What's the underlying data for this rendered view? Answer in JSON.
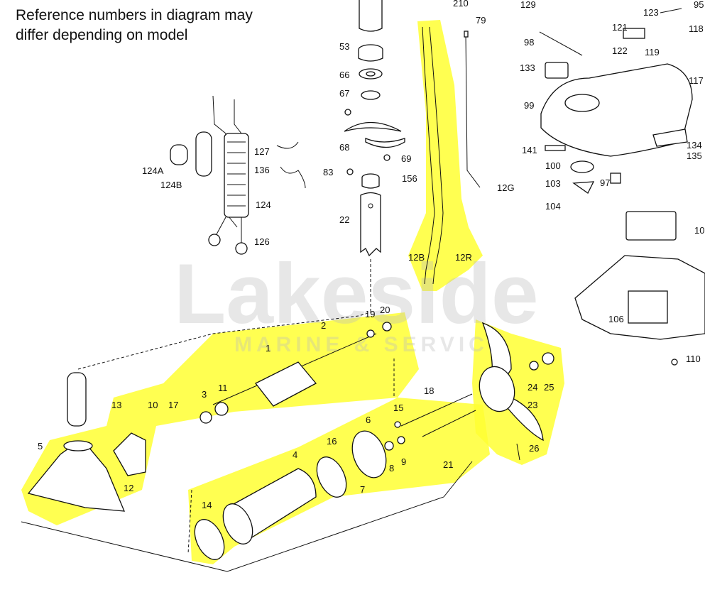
{
  "note": {
    "line1": "Reference numbers in diagram may",
    "line2": "differ depending on model"
  },
  "watermark": {
    "brand": "Lakeside",
    "tagline": "MARINE & SERVICE"
  },
  "colors": {
    "highlight": "#ffff33",
    "line": "#111111",
    "watermark": "#bdbdbd"
  },
  "callouts": {
    "c210": "210",
    "c129": "129",
    "c79": "79",
    "c123": "123",
    "c95": "95",
    "c121": "121",
    "c118": "118",
    "c98": "98",
    "c122": "122",
    "c119": "119",
    "c117": "117",
    "c53": "53",
    "c133": "133",
    "c66": "66",
    "c99": "99",
    "c67": "67",
    "c127": "127",
    "c68": "68",
    "c69": "69",
    "c134": "134",
    "c141": "141",
    "c135": "135",
    "c136": "136",
    "c124A": "124A",
    "c83": "83",
    "c156": "156",
    "c100": "100",
    "c124B": "124B",
    "c12G": "12G",
    "c103": "103",
    "c97": "97",
    "c124": "124",
    "c104": "104",
    "c22": "22",
    "c126": "126",
    "c10x": "10",
    "c12B": "12B",
    "c12R": "12R",
    "c106": "106",
    "c19": "19",
    "c20": "20",
    "c2": "2",
    "c1": "1",
    "c110": "110",
    "c3": "3",
    "c11": "11",
    "c18": "18",
    "c24": "24",
    "c25": "25",
    "c13": "13",
    "c10": "10",
    "c17": "17",
    "c15": "15",
    "c23": "23",
    "c6": "6",
    "c5": "5",
    "c16": "16",
    "c4": "4",
    "c26": "26",
    "c8": "8",
    "c9": "9",
    "c21": "21",
    "c12": "12",
    "c7": "7",
    "c14": "14"
  }
}
